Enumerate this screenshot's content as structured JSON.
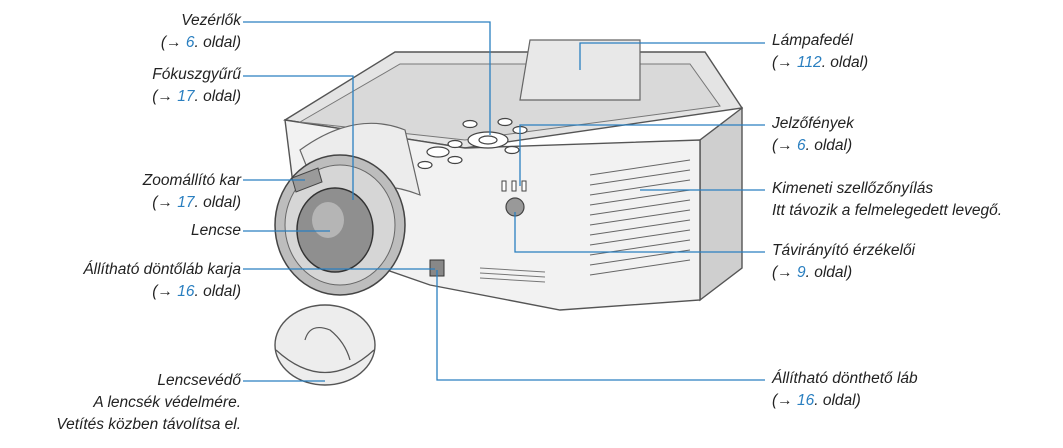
{
  "colors": {
    "link": "#2a7fc0",
    "callout_line": "#2a7fc0",
    "text": "#222222"
  },
  "callouts": {
    "controls": {
      "title": "Vezérlők",
      "arrow": "(→ ",
      "page": "6",
      "suffix": ". oldal)"
    },
    "focus_ring": {
      "title": "Fókuszgyűrű",
      "arrow": "(→ ",
      "page": "17",
      "suffix": ". oldal)"
    },
    "zoom_lever": {
      "title": "Zoomállító kar",
      "arrow": "(→ ",
      "page": "17",
      "suffix": ". oldal)"
    },
    "lens": {
      "title": "Lencse"
    },
    "tilt_foot_lever": {
      "title": "Állítható döntőláb karja",
      "arrow": "(→ ",
      "page": "16",
      "suffix": ". oldal)"
    },
    "lens_cap": {
      "title": "Lencsevédő",
      "line2": "A lencsék védelmére.",
      "line3": "Vetítés közben távolítsa el."
    },
    "lamp_cover": {
      "title": "Lámpafedél",
      "arrow": "(→ ",
      "page": "112",
      "suffix": ". oldal)"
    },
    "indicators": {
      "title": "Jelzőfények",
      "arrow": "(→ ",
      "page": "6",
      "suffix": ". oldal)"
    },
    "exhaust_vent": {
      "title": "Kimeneti szellőzőnyílás",
      "line2": "Itt távozik a felmelegedett levegő."
    },
    "remote_sensor": {
      "title": "Távirányító érzékelői",
      "arrow": "(→ ",
      "page": "9",
      "suffix": ". oldal)"
    },
    "tilt_foot": {
      "title": "Állítható dönthető láb",
      "arrow": "(→ ",
      "page": "16",
      "suffix": ". oldal)"
    }
  }
}
